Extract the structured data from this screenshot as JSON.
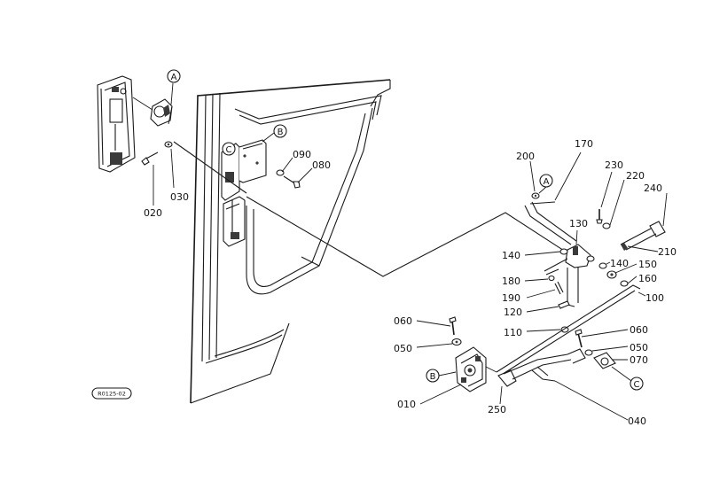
{
  "diagram_code": "R0125-02",
  "ref_letters": {
    "a": "A",
    "b": "B",
    "c": "C"
  },
  "parts": {
    "p010": "010",
    "p020": "020",
    "p030": "030",
    "p040": "040",
    "p050": "050",
    "p060": "060",
    "p070": "070",
    "p080": "080",
    "p090": "090",
    "p100": "100",
    "p110": "110",
    "p120": "120",
    "p130": "130",
    "p140": "140",
    "p150": "150",
    "p160": "160",
    "p170": "170",
    "p180": "180",
    "p190": "190",
    "p200": "200",
    "p210": "210",
    "p220": "220",
    "p230": "230",
    "p240": "240",
    "p250": "250"
  }
}
